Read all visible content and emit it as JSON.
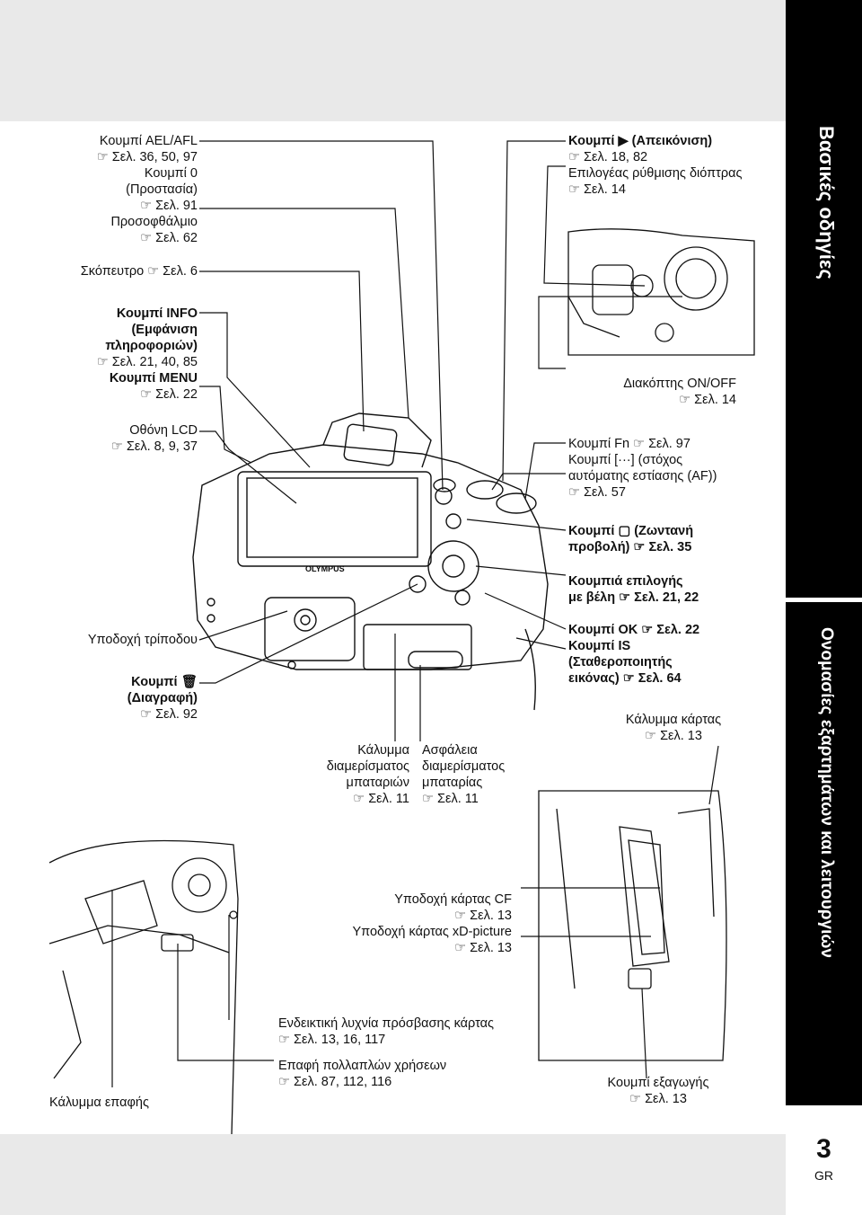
{
  "side_tabs": {
    "basic": "Βασικές οδηγίες",
    "names": "Ονομασίες εξαρτημάτων και λειτουργιών"
  },
  "page": {
    "number": "3",
    "lang": "GR"
  },
  "icons": {
    "page_ref": "☞"
  },
  "labels_left": [
    {
      "lines": [
        "Κουμπί AEL/AFL",
        "☞ Σελ. 36, 50, 97",
        "Κουμπί 0",
        "(Προστασία)",
        "☞ Σελ. 91",
        "Προσοφθάλμιο",
        "☞ Σελ. 62"
      ]
    },
    {
      "lines": [
        "Σκόπευτρο ☞ Σελ. 6"
      ]
    },
    {
      "lines": [
        "Κουμπί INFO",
        "(Εμφάνιση",
        "πληροφοριών)",
        "☞ Σελ. 21, 40, 85",
        "Κουμπί MENU",
        "☞ Σελ. 22"
      ]
    },
    {
      "lines": [
        "Οθόνη LCD",
        "☞ Σελ. 8, 9, 37"
      ]
    },
    {
      "lines": [
        "Υποδοχή τρίποδου"
      ]
    },
    {
      "lines": [
        "Κουμπί 🗑",
        "(Διαγραφή)",
        "☞ Σελ. 92"
      ]
    },
    {
      "lines": [
        "Κάλυμμα επαφής"
      ]
    }
  ],
  "labels_right": [
    {
      "lines": [
        "Κουμπί ▶ (Απεικόνιση)",
        "☞ Σελ. 18, 82",
        "Επιλογέας ρύθμισης διόπτρας",
        "☞ Σελ. 14"
      ]
    },
    {
      "lines": [
        "Διακόπτης ON/OFF",
        "☞ Σελ. 14"
      ]
    },
    {
      "lines": [
        "Κουμπί Fn ☞ Σελ. 97",
        "Κουμπί [···] (στόχος",
        "αυτόματης εστίασης (AF))",
        "☞ Σελ. 57"
      ]
    },
    {
      "lines": [
        "Κουμπί ▢ (Ζωντανή",
        "προβολή) ☞ Σελ. 35"
      ]
    },
    {
      "lines": [
        "Κουμπιά επιλογής",
        "με βέλη ☞ Σελ. 21, 22"
      ]
    },
    {
      "lines": [
        "Κουμπί OK ☞ Σελ. 22",
        "Κουμπί IS",
        "(Σταθεροποιητής",
        "εικόνας) ☞ Σελ. 64"
      ]
    },
    {
      "lines": [
        "Κάλυμμα κάρτας",
        "☞ Σελ. 13"
      ]
    },
    {
      "lines": [
        "Κουμπί εξαγωγής",
        "☞ Σελ. 13"
      ]
    }
  ],
  "labels_center": [
    {
      "lines": [
        "Κάλυμμα",
        "διαμερίσματος",
        "μπαταριών",
        "☞ Σελ. 11"
      ]
    },
    {
      "lines": [
        "Ασφάλεια",
        "διαμερίσματος",
        "μπαταρίας",
        "☞ Σελ. 11"
      ]
    },
    {
      "lines": [
        "Υποδοχή κάρτας CF",
        "☞ Σελ. 13",
        "Υποδοχή κάρτας xD-picture",
        "☞ Σελ. 13"
      ]
    },
    {
      "lines": [
        "Ενδεικτική λυχνία πρόσβασης κάρτας",
        "☞ Σελ. 13, 16, 117"
      ]
    },
    {
      "lines": [
        "Επαφή πολλαπλών χρήσεων",
        "☞ Σελ. 87, 112, 116"
      ]
    }
  ],
  "camera": {
    "brand": "OLYMPUS"
  }
}
